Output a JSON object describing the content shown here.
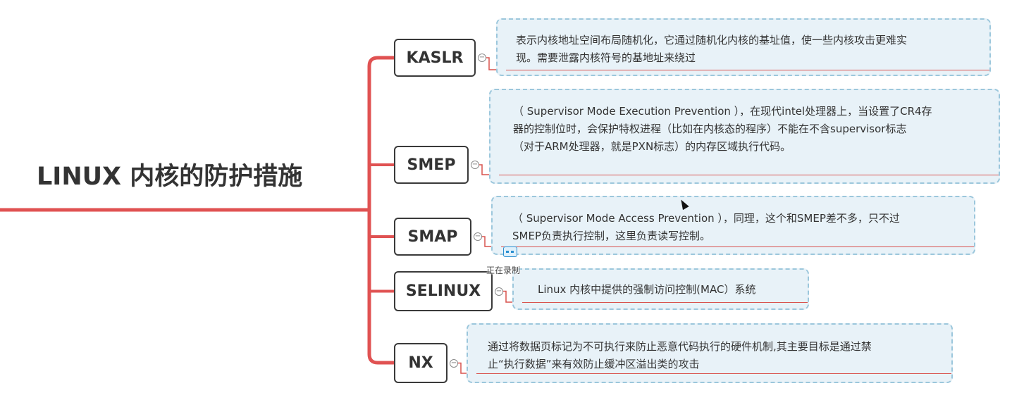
{
  "mindmap": {
    "root_title": "LINUX 内核的防护措施",
    "branches": [
      {
        "label": "KASLR",
        "note_lines": [
          "表示内核地址空间布局随机化，它通过随机化内核的基址值，使一些内核攻击更难实",
          "现。需要泄露内核符号的基地址来绕过"
        ]
      },
      {
        "label": "SMEP",
        "note_lines": [
          "（ Supervisor Mode Execution Prevention ），在现代intel处理器上，当设置了CR4存",
          "器的控制位时，会保护特权进程（比如在内核态的程序）不能在不含supervisor标志",
          "（对于ARM处理器，就是PXN标志）的内存区域执行代码。"
        ]
      },
      {
        "label": "SMAP",
        "note_lines": [
          "（  Supervisor Mode Access Prevention ），同理，这个和SMEP差不多，只不过",
          "SMEP负责执行控制，这里负责读写控制。"
        ]
      },
      {
        "label": "SELINUX",
        "note_lines": [
          "Linux 内核中提供的强制访问控制(MAC）系统"
        ]
      },
      {
        "label": "NX",
        "note_lines": [
          "通过将数据页标记为不可执行来防止恶意代码执行的硬件机制,其主要目标是通过禁",
          "止“执行数据”来有效防止缓冲区溢出类的攻击"
        ]
      }
    ],
    "overlay_status_text": "正在录制",
    "colors": {
      "trunk": "#e05252",
      "note_fill": "#e8f2f8",
      "note_border": "#9cc7dc",
      "node_border": "#3a3a3a",
      "underline": "#d9534f"
    }
  }
}
